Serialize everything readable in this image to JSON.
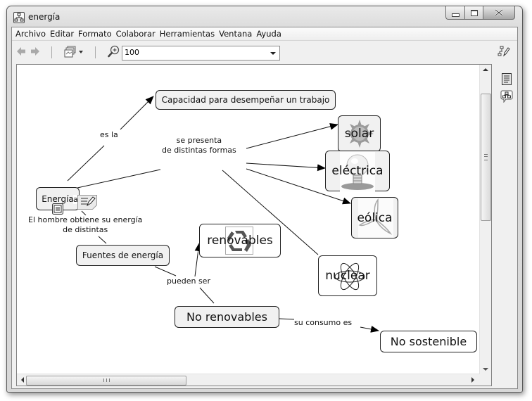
{
  "window": {
    "title": "energía",
    "app_icon": "concept-map-app-icon",
    "controls": {
      "minimize": "minimize-icon",
      "maximize": "maximize-icon",
      "close": "close-icon"
    }
  },
  "menubar": {
    "items": [
      "Archivo",
      "Editar",
      "Formato",
      "Colaborar",
      "Herramientas",
      "Ventana",
      "Ayuda"
    ]
  },
  "toolbar": {
    "back_icon": "arrow-left-icon",
    "forward_icon": "arrow-right-icon",
    "view_menu_icon": "presentation-icon",
    "zoom_icon": "zoom-icon",
    "zoom_value": "100",
    "edit_map_icon": "edit-map-icon"
  },
  "side_panel": {
    "items": [
      "document-icon",
      "map-discussion-icon"
    ]
  },
  "map": {
    "concepts": {
      "energia": "Energía",
      "capacidad": "Capacidad para desempeñar un trabajo",
      "solar": "solar",
      "electrica": "eléctrica",
      "eolica": "eólica",
      "nuclear": "nuclear",
      "renovables": "renovables",
      "fuentes": "Fuentes de energía",
      "no_renovables": "No renovables",
      "no_sostenible": "No sostenible"
    },
    "links": {
      "es_la": "es la",
      "se_presenta_1": "se presenta",
      "se_presenta_2": "de distintas formas",
      "hombre_1": "El hombre obtiene su energía",
      "hombre_2": "de distintas",
      "pueden_ser": "pueden ser",
      "su_consumo": "su consumo es"
    },
    "annotation_letter": "a"
  },
  "scrollbars": {
    "vertical_position_fraction": 0.0,
    "horizontal_position_fraction": 0.0
  }
}
